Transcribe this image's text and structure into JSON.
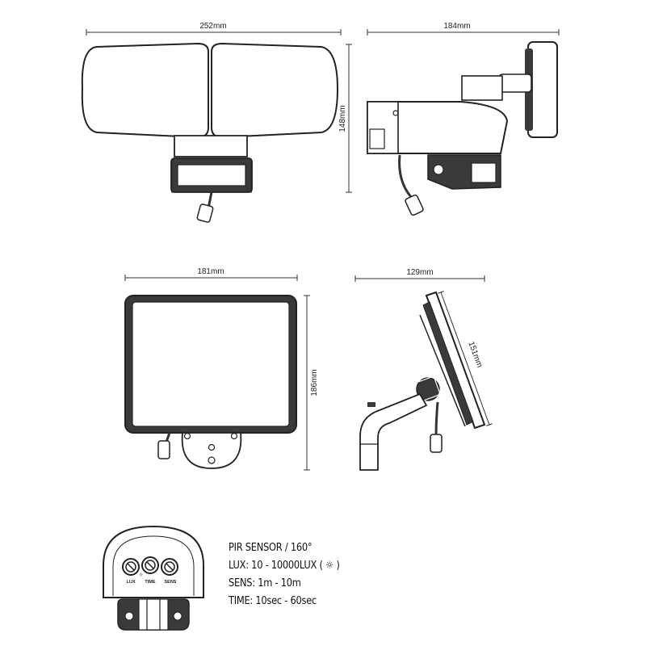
{
  "dimensions": {
    "front_width": "252mm",
    "side_depth": "184mm",
    "height": "148mm",
    "panel_width": "181mm",
    "panel_height": "186mm",
    "panel_side_depth": "129mm",
    "panel_diagonal": "151mm"
  },
  "sensor": {
    "knobs": [
      "LUX",
      "TIME",
      "SENS"
    ]
  },
  "specs": [
    "PIR SENSOR / 160°",
    "LUX: 10 - 10000LUX ( ☼ )",
    "SENS: 1m - 10m",
    "TIME: 10sec - 60sec"
  ],
  "colors": {
    "outline": "#222222",
    "body": "#3a3a3a",
    "panel_glass": "#ffffff"
  }
}
